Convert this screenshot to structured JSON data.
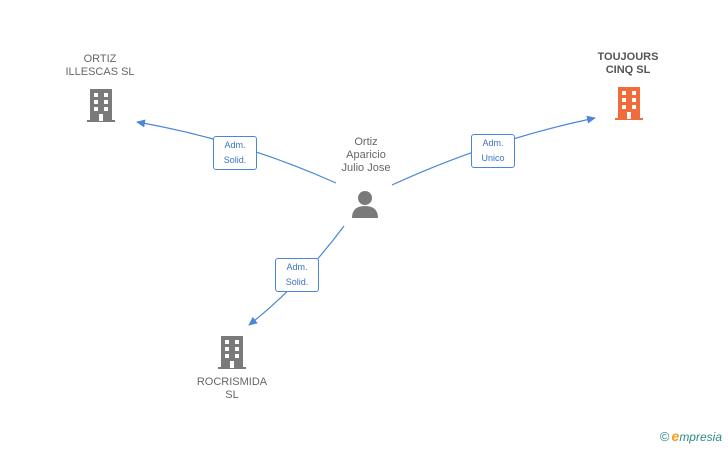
{
  "nodes": {
    "ortiz_illescas": {
      "line1": "ORTIZ",
      "line2": "ILLESCAS  SL"
    },
    "toujours": {
      "line1": "TOUJOURS",
      "line2": "CINQ  SL"
    },
    "rocrismida": {
      "line1": "ROCRISMIDA",
      "line2": "SL"
    },
    "person": {
      "line1": "Ortiz",
      "line2": "Aparicio",
      "line3": "Julio Jose"
    }
  },
  "edges": {
    "to_ortiz_illescas": {
      "line1": "Adm.",
      "line2": "Solid."
    },
    "to_toujours": {
      "line1": "Adm.",
      "line2": "Unico"
    },
    "to_rocrismida": {
      "line1": "Adm.",
      "line2": "Solid."
    }
  },
  "colors": {
    "company": "#7a7a7a",
    "company_highlight": "#f26b3a",
    "person": "#7a7a7a",
    "edge": "#4a86d8"
  },
  "icons": {
    "company": "building-icon",
    "person": "person-icon"
  },
  "brand": {
    "copyright": "©",
    "initial": "e",
    "rest": "mpresia"
  }
}
